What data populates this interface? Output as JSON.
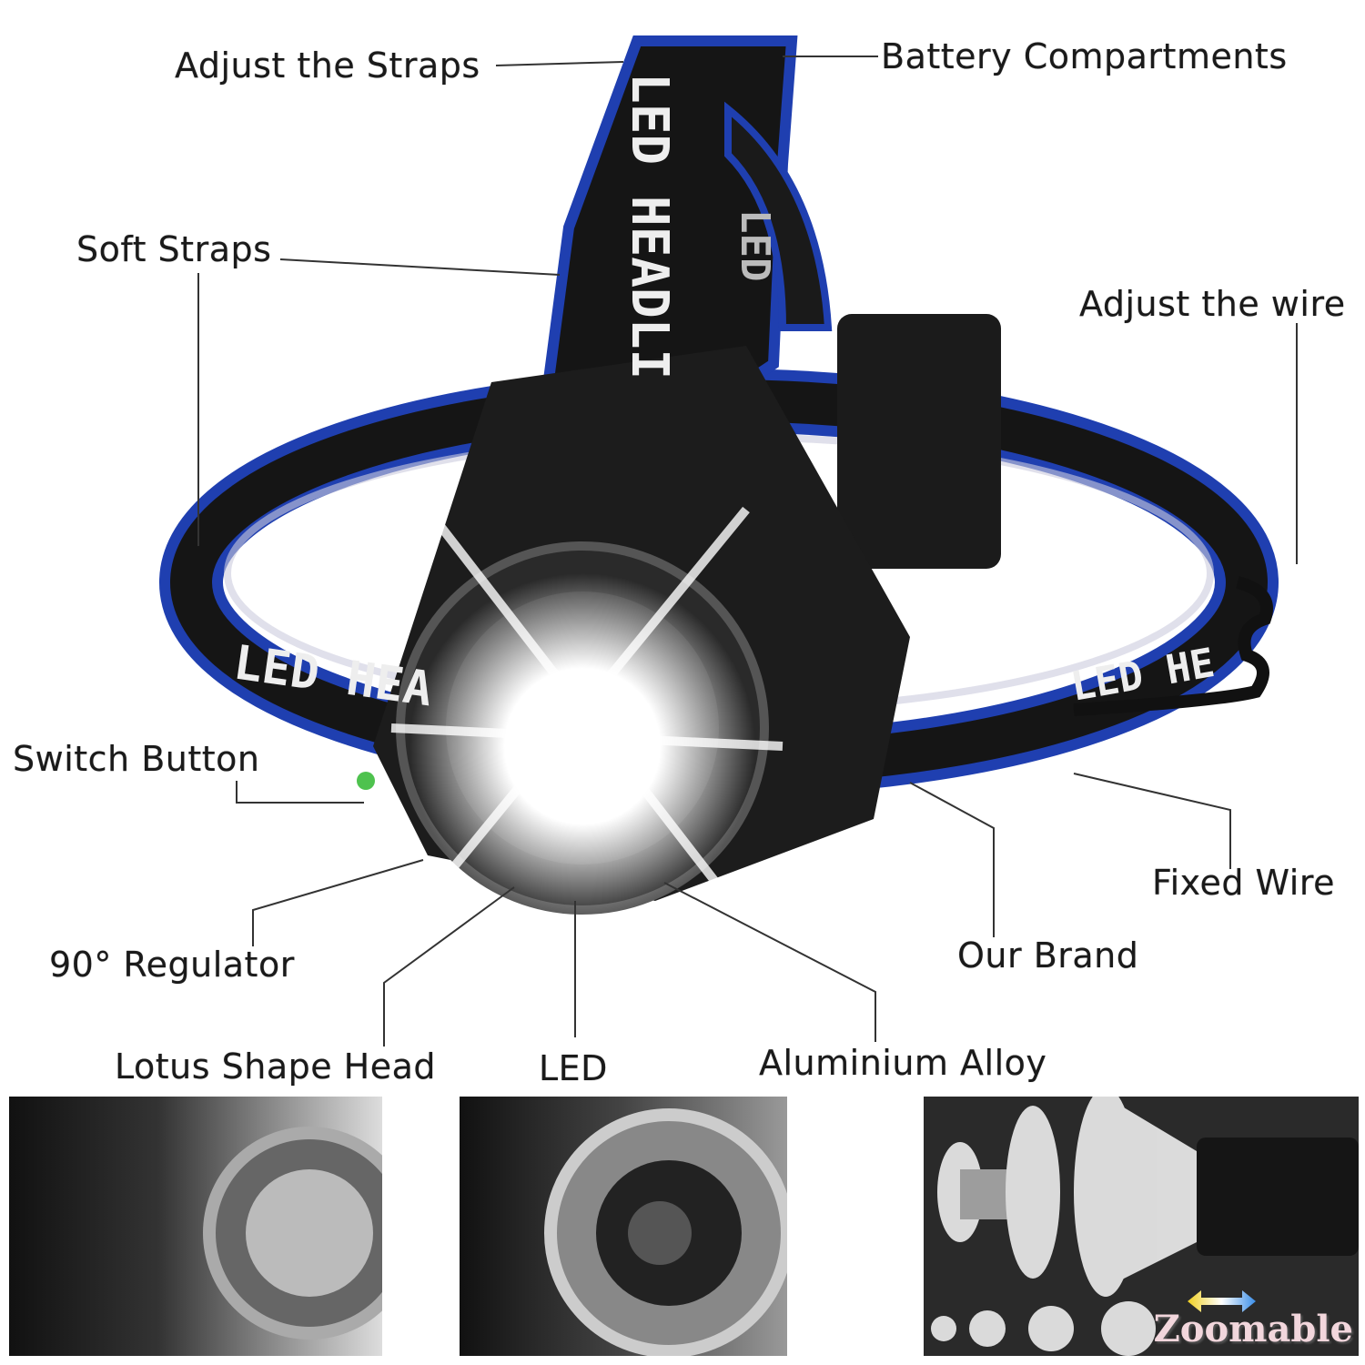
{
  "callouts": {
    "adjust_straps": "Adjust the Straps",
    "battery": "Battery Compartments",
    "soft_straps": "Soft Straps",
    "adjust_wire": "Adjust the wire",
    "switch_button": "Switch Button",
    "fixed_wire": "Fixed Wire",
    "regulator": "90° Regulator",
    "our_brand": "Our Brand",
    "lotus_head": "Lotus Shape Head",
    "led": "LED",
    "alloy": "Aluminium Alloy"
  },
  "strap_text": {
    "top": "LED HEADLI",
    "side_left": "LED HEA",
    "side_right": "LED HE",
    "back": "LED"
  },
  "panels": {
    "zoom_caption": "Zoomable"
  },
  "colors": {
    "strap_blue": "#1f3fb0",
    "strap_black": "#151515",
    "beam": "#ffffff",
    "arrow_yellow": "#f0d020",
    "arrow_blue": "#3a8ee8"
  }
}
